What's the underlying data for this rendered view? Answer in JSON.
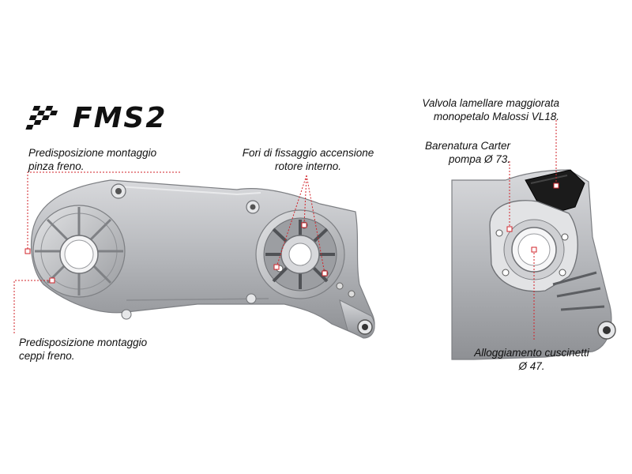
{
  "logo": {
    "text": "FMS2",
    "icon": "checkered-flag-icon"
  },
  "labels": {
    "pinza": "Predisposizione montaggio\npinza freno.",
    "fori": "Fori di fissaggio accensione\nrotore interno.",
    "ceppi": "Predisposizione montaggio\nceppi freno.",
    "valvola": "Valvola lamellare maggiorata\nmonopetalo Malossi VL18.",
    "barenatura": "Barenatura Carter\npompa Ø 73.",
    "alloggiamento": "Alloggiamento cuscinetti\nØ 47."
  },
  "colors": {
    "leader_line": "#d2232a",
    "metal_light": "#c9cbcf",
    "metal_mid": "#a7a9ad",
    "metal_dark": "#6f7175",
    "reed_block": "#1b1b1b"
  }
}
